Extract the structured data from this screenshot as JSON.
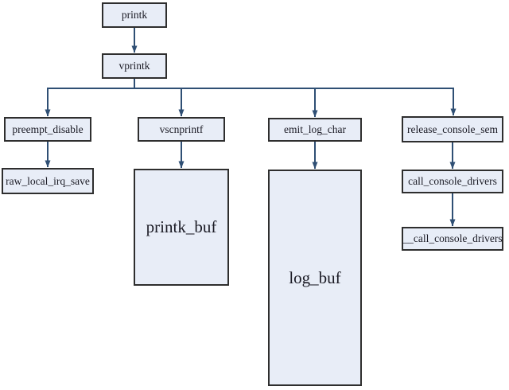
{
  "diagram": {
    "type": "flowchart",
    "nodes": {
      "printk": "printk",
      "vprintk": "vprintk",
      "preempt_disable": "preempt_disable",
      "raw_local_irq_save": "raw_local_irq_save",
      "vscnprintf": "vscnprintf",
      "printk_buf": "printk_buf",
      "emit_log_char": "emit_log_char",
      "log_buf": "log_buf",
      "release_console_sem": "release_console_sem",
      "call_console_drivers": "call_console_drivers",
      "__call_console_drivers": "__call_console_drivers"
    },
    "edges": [
      {
        "from": "printk",
        "to": "vprintk"
      },
      {
        "from": "vprintk",
        "to": "preempt_disable"
      },
      {
        "from": "vprintk",
        "to": "vscnprintf"
      },
      {
        "from": "vprintk",
        "to": "emit_log_char"
      },
      {
        "from": "vprintk",
        "to": "release_console_sem"
      },
      {
        "from": "preempt_disable",
        "to": "raw_local_irq_save"
      },
      {
        "from": "vscnprintf",
        "to": "printk_buf"
      },
      {
        "from": "emit_log_char",
        "to": "log_buf"
      },
      {
        "from": "release_console_sem",
        "to": "call_console_drivers"
      },
      {
        "from": "call_console_drivers",
        "to": "__call_console_drivers"
      }
    ],
    "colors": {
      "node_fill": "#e8edf7",
      "node_border": "#2e2e2e",
      "connector": "#2f4f74",
      "text": "#1a1a24",
      "background": "#ffffff"
    }
  }
}
